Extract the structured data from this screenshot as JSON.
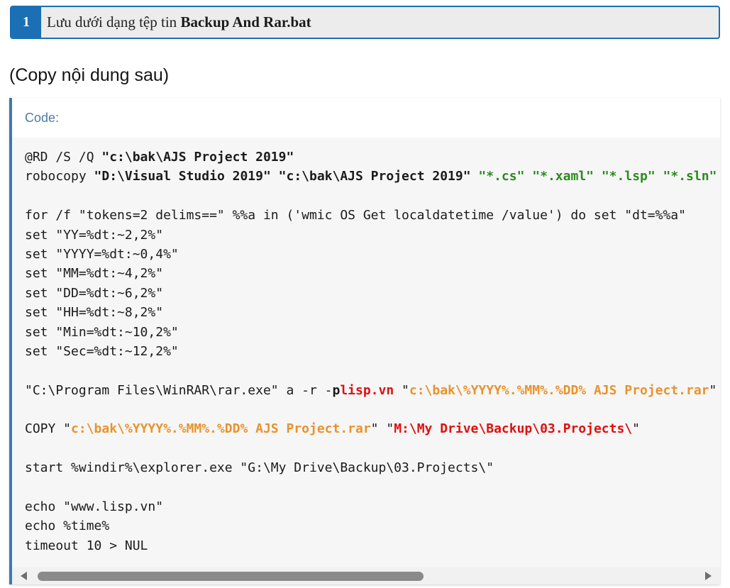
{
  "step": {
    "number": "1",
    "title_prefix": "Lưu dưới dạng tệp tin ",
    "title_filename": "Backup And Rar.bat"
  },
  "instruction": "(Copy nội dung sau)",
  "code_block": {
    "header": "Code:",
    "lines": [
      [
        {
          "text": "@RD /S /Q ",
          "style": "plain"
        },
        {
          "text": "\"c:\\bak\\AJS Project 2019\"",
          "style": "bold"
        }
      ],
      [
        {
          "text": "robocopy ",
          "style": "plain"
        },
        {
          "text": "\"D:\\Visual Studio 2019\"",
          "style": "bold"
        },
        {
          "text": " ",
          "style": "plain"
        },
        {
          "text": "\"c:\\bak\\AJS Project 2019\"",
          "style": "bold"
        },
        {
          "text": " ",
          "style": "plain"
        },
        {
          "text": "\"*.cs\"",
          "style": "green"
        },
        {
          "text": " ",
          "style": "plain"
        },
        {
          "text": "\"*.xaml\"",
          "style": "green"
        },
        {
          "text": " ",
          "style": "plain"
        },
        {
          "text": "\"*.lsp\"",
          "style": "green"
        },
        {
          "text": " ",
          "style": "plain"
        },
        {
          "text": "\"*.sln\"",
          "style": "green"
        },
        {
          "text": " \"",
          "style": "green"
        }
      ],
      [
        {
          "text": "",
          "style": "plain"
        }
      ],
      [
        {
          "text": "for /f \"tokens=2 delims==\" %%a in ('wmic OS Get localdatetime /value') do set \"dt=%%a\"",
          "style": "plain"
        }
      ],
      [
        {
          "text": "set \"YY=%dt:~2,2%\"",
          "style": "plain"
        }
      ],
      [
        {
          "text": "set \"YYYY=%dt:~0,4%\"",
          "style": "plain"
        }
      ],
      [
        {
          "text": "set \"MM=%dt:~4,2%\"",
          "style": "plain"
        }
      ],
      [
        {
          "text": "set \"DD=%dt:~6,2%\"",
          "style": "plain"
        }
      ],
      [
        {
          "text": "set \"HH=%dt:~8,2%\"",
          "style": "plain"
        }
      ],
      [
        {
          "text": "set \"Min=%dt:~10,2%\"",
          "style": "plain"
        }
      ],
      [
        {
          "text": "set \"Sec=%dt:~12,2%\"",
          "style": "plain"
        }
      ],
      [
        {
          "text": "",
          "style": "plain"
        }
      ],
      [
        {
          "text": "\"C:\\Program Files\\WinRAR\\rar.exe\" a -r -",
          "style": "plain"
        },
        {
          "text": "p",
          "style": "bold"
        },
        {
          "text": "lisp.vn",
          "style": "red"
        },
        {
          "text": " \"",
          "style": "plain"
        },
        {
          "text": "c:\\bak\\%YYYY%.%MM%.%DD% AJS Project.rar",
          "style": "orange"
        },
        {
          "text": "\" \"",
          "style": "plain"
        }
      ],
      [
        {
          "text": "",
          "style": "plain"
        }
      ],
      [
        {
          "text": "COPY \"",
          "style": "plain"
        },
        {
          "text": "c:\\bak\\%YYYY%.%MM%.%DD% AJS Project.rar",
          "style": "orange"
        },
        {
          "text": "\" \"",
          "style": "plain"
        },
        {
          "text": "M:\\My Drive\\Backup\\03.Projects\\",
          "style": "red"
        },
        {
          "text": "\"",
          "style": "plain"
        }
      ],
      [
        {
          "text": "",
          "style": "plain"
        }
      ],
      [
        {
          "text": "start %windir%\\explorer.exe \"G:\\My Drive\\Backup\\03.Projects\\\"",
          "style": "plain"
        }
      ],
      [
        {
          "text": "",
          "style": "plain"
        }
      ],
      [
        {
          "text": "echo \"www.lisp.vn\"",
          "style": "plain"
        }
      ],
      [
        {
          "text": "echo %time%",
          "style": "plain"
        }
      ],
      [
        {
          "text": "timeout 10 > NUL",
          "style": "plain"
        }
      ]
    ]
  },
  "scrollbar": {
    "left_icon": "triangle-left-icon",
    "right_icon": "triangle-right-icon"
  },
  "colors": {
    "accent_blue": "#1a6fb5",
    "code_border": "#3d79b3",
    "header_text": "#4f7aa6",
    "string_green": "#2c8a1e",
    "path_orange": "#e8932b",
    "highlight_red": "#e00f0f"
  }
}
